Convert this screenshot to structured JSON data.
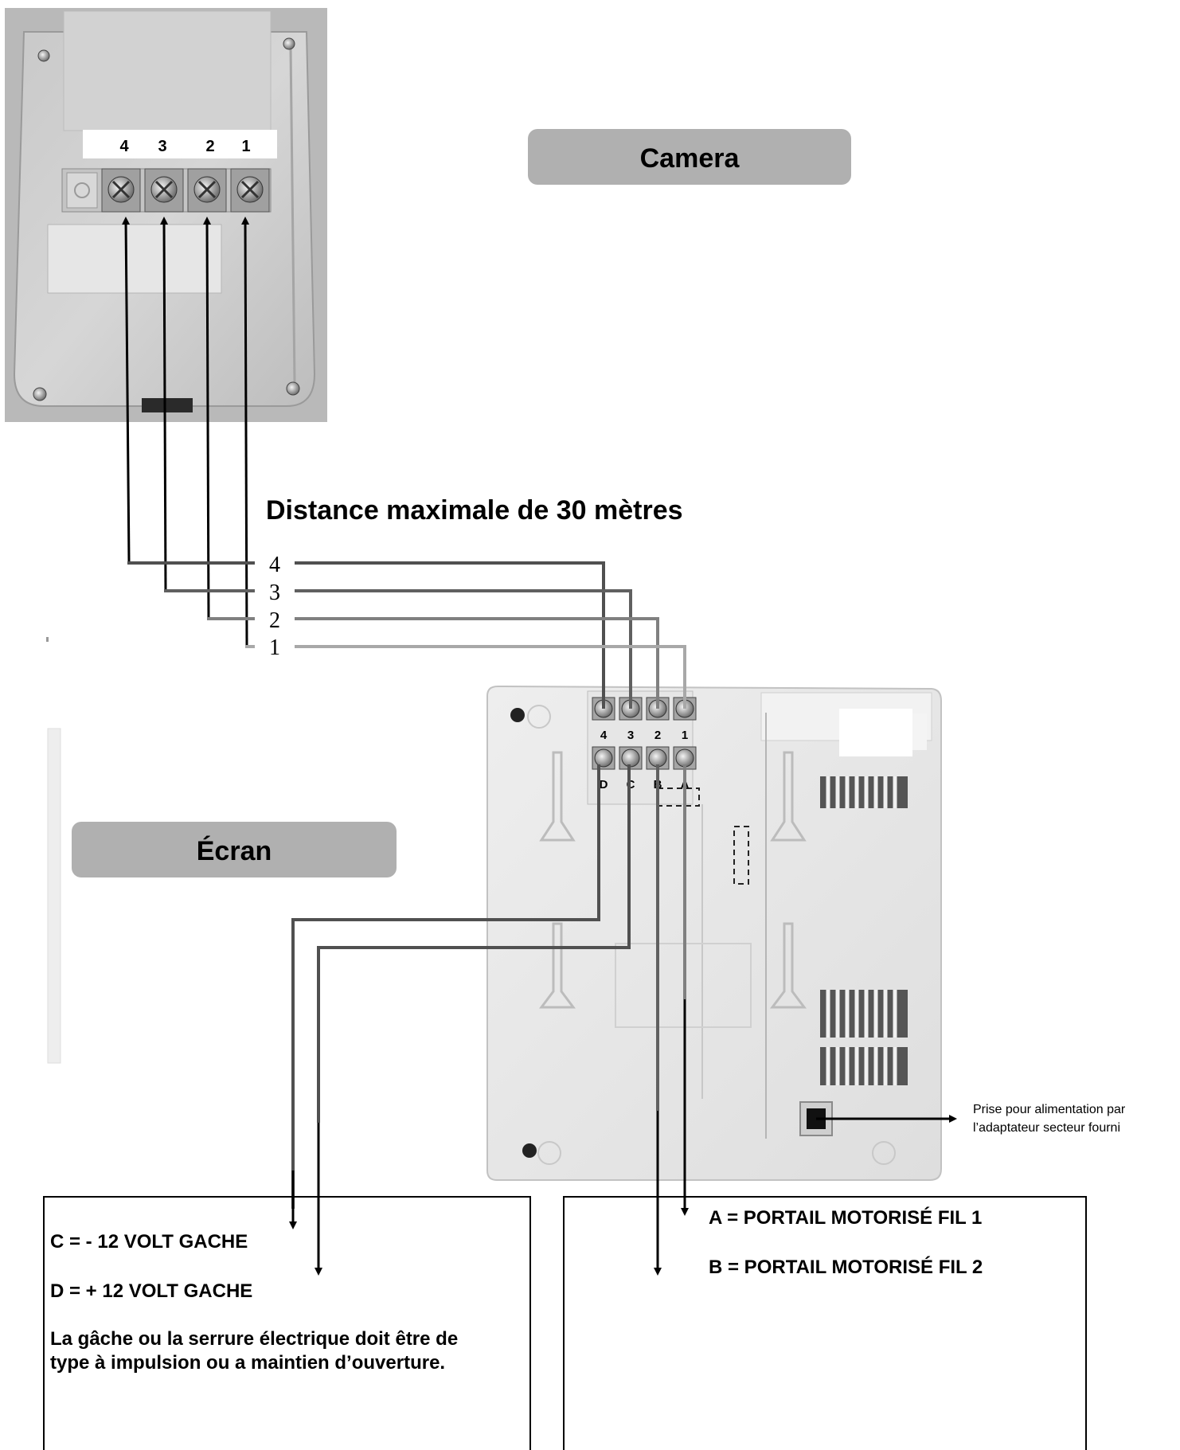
{
  "camera": {
    "label": "Camera",
    "terminal_numbers": [
      "4",
      "3",
      "2",
      "1"
    ]
  },
  "distance_label": "Distance maximale de 30 mètres",
  "wire_numbers": [
    "4",
    "3",
    "2",
    "1"
  ],
  "screen": {
    "label": "Écran",
    "upper_terminals": [
      "4",
      "3",
      "2",
      "1"
    ],
    "lower_terminals": [
      "D",
      "C",
      "B",
      "A"
    ]
  },
  "power_note": {
    "line1": "Prise pour alimentation par",
    "line2": "l’adaptateur secteur fourni"
  },
  "left_box": {
    "line_c": "C =  - 12 VOLT GACHE",
    "line_d": "D =  + 12 VOLT GACHE",
    "note_line1": "La gâche ou la serrure électrique doit être de",
    "note_line2": "type à impulsion ou a maintien d’ouverture."
  },
  "right_box": {
    "line_a": "A = PORTAIL MOTORISÉ  FIL 1",
    "line_b": "B = PORTAIL MOTORISÉ  FIL 2"
  },
  "colors": {
    "pill_bg": "#b0b0b0",
    "wire_4": "#505050",
    "wire_3": "#606060",
    "wire_2": "#808080",
    "wire_1": "#a8a8a8"
  }
}
